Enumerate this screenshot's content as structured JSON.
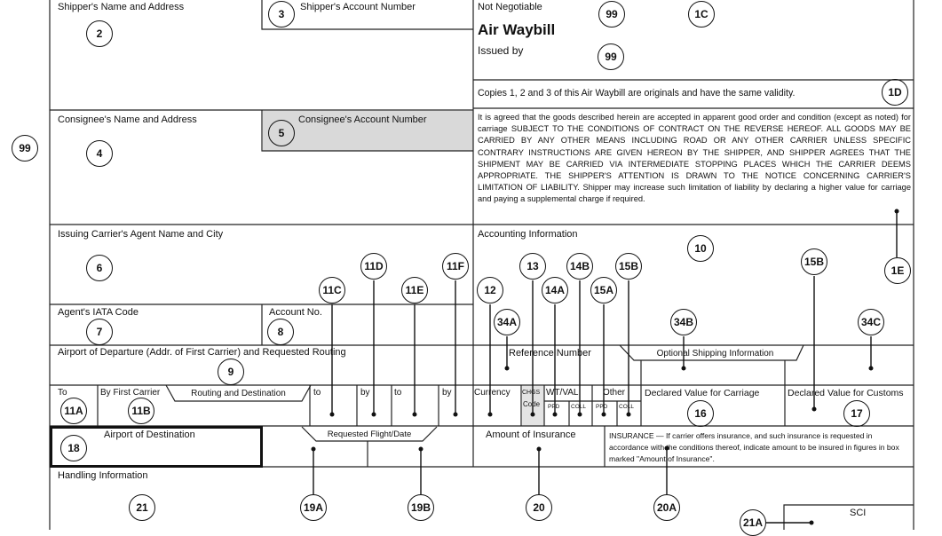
{
  "form": {
    "shipper_name": "Shipper's Name and Address",
    "shipper_account": "Shipper's Account Number",
    "not_negotiable": "Not Negotiable",
    "title": "Air Waybill",
    "issued_by": "Issued by",
    "copies_note": "Copies 1, 2 and 3 of this Air Waybill are originals and have the same validity.",
    "conditions_text": "It is agreed that the goods described herein are accepted in apparent good order and condition (except as noted) for carriage SUBJECT TO THE CONDITIONS OF CONTRACT ON THE REVERSE HEREOF. ALL GOODS MAY BE CARRIED BY ANY OTHER MEANS INCLUDING ROAD OR ANY OTHER CARRIER UNLESS SPECIFIC CONTRARY INSTRUCTIONS ARE GIVEN HEREON BY THE SHIPPER, AND SHIPPER AGREES THAT THE SHIPMENT MAY BE CARRIED VIA INTERMEDIATE STOPPING PLACES WHICH THE CARRIER DEEMS APPROPRIATE. THE SHIPPER'S ATTENTION IS DRAWN TO THE NOTICE CONCERNING CARRIER'S LIMITATION OF LIABILITY. Shipper may increase such limitation of liability by declaring a higher value for carriage and paying a supplemental charge if required.",
    "consignee_name": "Consignee's Name and Address",
    "consignee_account": "Consignee's Account Number",
    "agent_name_city": "Issuing Carrier's Agent Name and City",
    "accounting_info": "Accounting Information",
    "agent_iata": "Agent's IATA Code",
    "account_no": "Account No.",
    "airport_departure": "Airport of Departure (Addr. of First Carrier) and Requested Routing",
    "reference_number": "Reference Number",
    "optional_shipping": "Optional Shipping Information",
    "to": "To",
    "by_first_carrier": "By First Carrier",
    "routing_destination": "Routing and Destination",
    "to2": "to",
    "by2": "by",
    "to3": "to",
    "by3": "by",
    "currency": "Currency",
    "chgs": "CHGS",
    "code": "Code",
    "wt_val": "WT/VAL",
    "other": "Other",
    "ppd": "PPD",
    "coll": "COLL",
    "ppd2": "PPD",
    "coll2": "COLL",
    "declared_carriage": "Declared Value for Carriage",
    "declared_customs": "Declared Value for Customs",
    "airport_destination": "Airport of Destination",
    "requested_flight_date": "Requested Flight/Date",
    "amount_insurance": "Amount of Insurance",
    "insurance_note": "INSURANCE — If carrier offers insurance, and such insurance is requested in accordance with the conditions thereof, indicate amount to be insured in figures in box marked \"Amount of Insurance\".",
    "handling_info": "Handling Information",
    "sci": "SCI"
  },
  "markers": {
    "m99_left": "99",
    "m2": "2",
    "m3": "3",
    "m99_top": "99",
    "m1c": "1C",
    "m99_issued": "99",
    "m1d": "1D",
    "m4": "4",
    "m5": "5",
    "m1e": "1E",
    "m6": "6",
    "m10": "10",
    "m11c": "11C",
    "m11d": "11D",
    "m11e": "11E",
    "m11f": "11F",
    "m12": "12",
    "m13": "13",
    "m14a": "14A",
    "m14b": "14B",
    "m15a": "15A",
    "m15b": "15B",
    "m15b_right": "15B",
    "m7": "7",
    "m8": "8",
    "m34a": "34A",
    "m34b": "34B",
    "m34c": "34C",
    "m9": "9",
    "m11a": "11A",
    "m11b": "11B",
    "m16": "16",
    "m17": "17",
    "m18": "18",
    "m19a": "19A",
    "m19b": "19B",
    "m20": "20",
    "m20a": "20A",
    "m21": "21",
    "m21a": "21A"
  }
}
